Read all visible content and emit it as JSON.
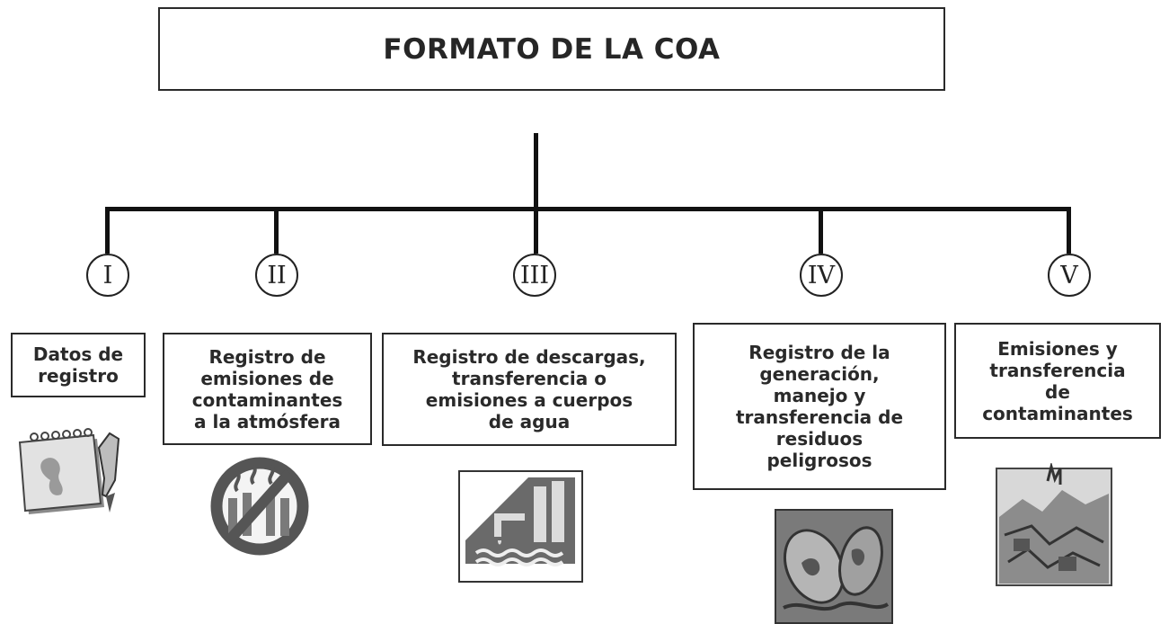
{
  "title": "FORMATO DE LA COA",
  "sections": [
    {
      "numeral": "I",
      "label": "Datos de\nregistro",
      "icon": "notebook-pen-icon"
    },
    {
      "numeral": "II",
      "label": "Registro de\nemisiones de\ncontaminantes\na la atmósfera",
      "icon": "no-emissions-icon"
    },
    {
      "numeral": "III",
      "label": "Registro de descargas,\ntransferencia o\nemisiones a cuerpos\nde agua",
      "icon": "water-discharge-icon"
    },
    {
      "numeral": "IV",
      "label": "Registro de la\ngeneración,\nmanejo y\ntransferencia de\nresiduos\npeligrosos",
      "icon": "hazardous-waste-icon"
    },
    {
      "numeral": "V",
      "label": "Emisiones y\ntransferencia\nde\ncontaminantes",
      "icon": "contaminant-pile-icon"
    }
  ]
}
